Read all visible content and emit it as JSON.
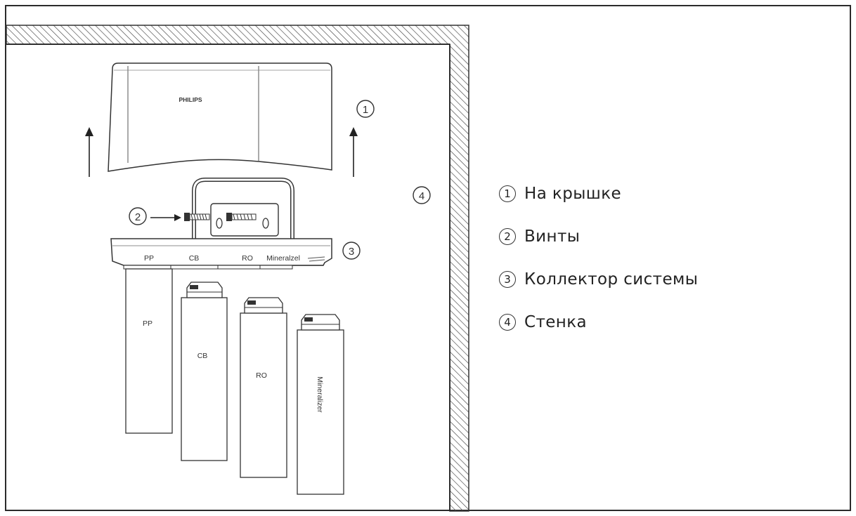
{
  "brand": "PHILIPS",
  "callouts": {
    "c1": "1",
    "c2": "2",
    "c3": "3",
    "c4": "4"
  },
  "manifold_labels": [
    "PP",
    "CB",
    "RO",
    "Mineralzel"
  ],
  "filters": {
    "pp": "PP",
    "cb": "CB",
    "ro": "RO",
    "mineralizer": "Mineralizer"
  },
  "legend": [
    {
      "num": "1",
      "text": "На крышке"
    },
    {
      "num": "2",
      "text": "Винты"
    },
    {
      "num": "3",
      "text": "Коллектор системы"
    },
    {
      "num": "4",
      "text": "Стенка"
    }
  ]
}
